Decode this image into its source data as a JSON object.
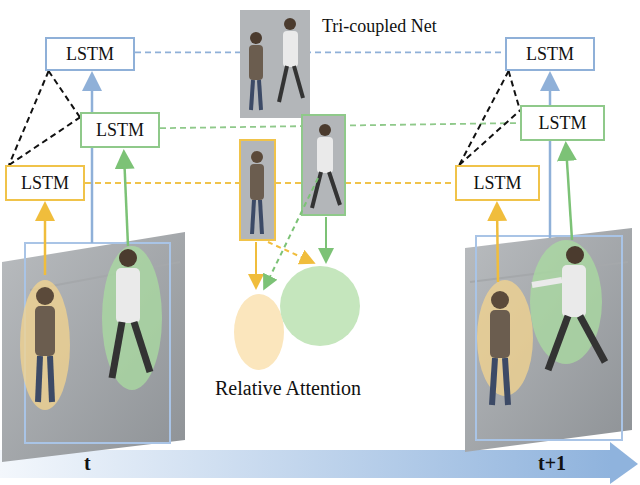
{
  "diagram": {
    "nodes": [
      {
        "text": [
          "LSTM"
        ]
      },
      {
        "text": [
          "LSTM"
        ]
      },
      {
        "text": [
          "LSTM"
        ]
      },
      {
        "text": [
          "LSTM"
        ]
      },
      {
        "text": [
          "LSTM"
        ]
      },
      {
        "text": [
          "LSTM"
        ]
      }
    ],
    "edges": [
      {
        "from": 0,
        "to": 3,
        "arrow": "none"
      },
      {
        "from": 1,
        "to": 4,
        "arrow": "none"
      },
      {
        "from": 2,
        "to": 5,
        "arrow": "none"
      },
      {
        "from": 0,
        "to": 2,
        "arrow": "none"
      },
      {
        "from": 0,
        "to": 1,
        "arrow": "none"
      },
      {
        "from": 2,
        "to": 1,
        "arrow": "none"
      },
      {
        "from": 3,
        "to": 5,
        "arrow": "none"
      },
      {
        "from": 3,
        "to": 4,
        "arrow": "none"
      },
      {
        "from": 5,
        "to": 4,
        "arrow": "none"
      }
    ],
    "labels": [
      "Tri-coupled Net",
      "Relative Attention",
      "t",
      "t+1"
    ]
  }
}
